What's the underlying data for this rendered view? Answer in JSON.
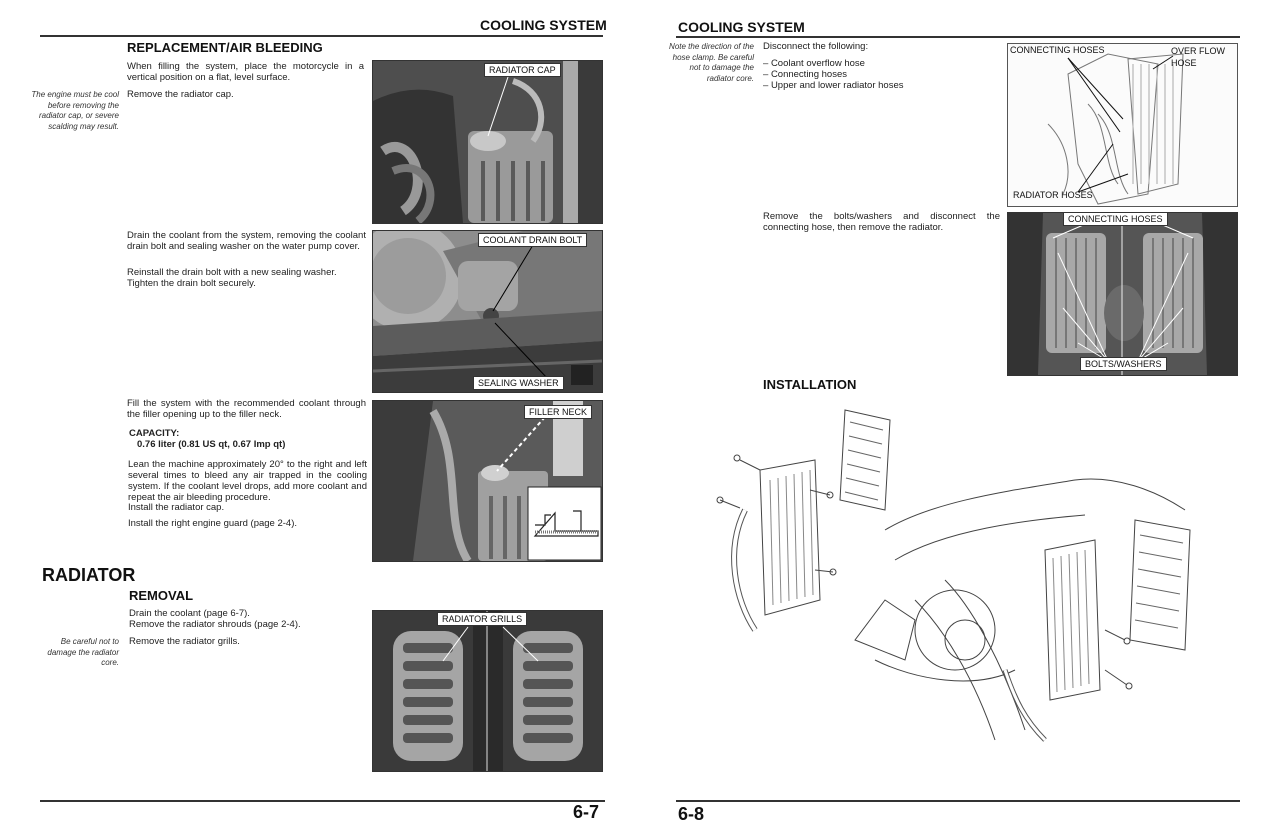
{
  "left_page": {
    "header": "COOLING SYSTEM",
    "section_replacement": {
      "title": "REPLACEMENT/AIR BLEEDING",
      "para1": "When filling the system, place the motorcycle in a vertical position on a flat, level surface.",
      "para2": "Remove the radiator cap.",
      "note1": "The engine must be cool before removing the radiator cap, or severe scalding may result.",
      "label_radiator_cap": "RADIATOR CAP",
      "para3": "Drain the coolant from the system, removing the coolant drain bolt and sealing washer on the water pump cover.",
      "para4": "Reinstall the drain bolt with a new sealing washer. Tighten the drain bolt securely.",
      "label_drain_bolt": "COOLANT DRAIN BOLT",
      "label_sealing_washer": "SEALING WASHER",
      "para5": "Fill the system with the recommended coolant through the filler opening up to the filler neck.",
      "capacity_label": "CAPACITY:",
      "capacity_value": "0.76 liter (0.81 US qt, 0.67 Imp qt)",
      "para6": "Lean the machine approximately 20° to the right and left several times to bleed any air trapped in the cooling system. If the coolant level drops, add more coolant and repeat the air bleeding procedure.",
      "para7": "Install the radiator cap.",
      "para8": "Install the right engine guard (page 2-4).",
      "label_filler_neck": "FILLER NECK"
    },
    "section_radiator": {
      "title": "RADIATOR",
      "subtitle": "REMOVAL",
      "para1": "Drain the coolant (page 6-7).",
      "para2": "Remove the radiator shrouds (page 2-4).",
      "para3": "Remove the radiator grills.",
      "note1": "Be careful not to damage the radiator core.",
      "label_grills": "RADIATOR GRILLS"
    },
    "page_number": "6-7"
  },
  "right_page": {
    "header": "COOLING SYSTEM",
    "note1": "Note the direction of the hose clamp. Be careful not to damage the radiator core.",
    "intro": "Disconnect the following:",
    "items": [
      "Coolant overflow hose",
      "Connecting hoses",
      "Upper and lower radiator hoses"
    ],
    "label_connecting_hoses": "CONNECTING HOSES",
    "label_overflow_hose_1": "OVER FLOW",
    "label_overflow_hose_2": "HOSE",
    "label_radiator_hoses": "RADIATOR HOSES",
    "para2": "Remove the bolts/washers and disconnect the connecting hose, then remove the radiator.",
    "label_connecting_hoses_2": "CONNECTING HOSES",
    "label_bolts_washers": "BOLTS/WASHERS",
    "installation_title": "INSTALLATION",
    "page_number": "6-8"
  },
  "colors": {
    "rule": "#333333",
    "photo_dark": "#4a4a4a",
    "photo_mid": "#8a8a8a"
  }
}
